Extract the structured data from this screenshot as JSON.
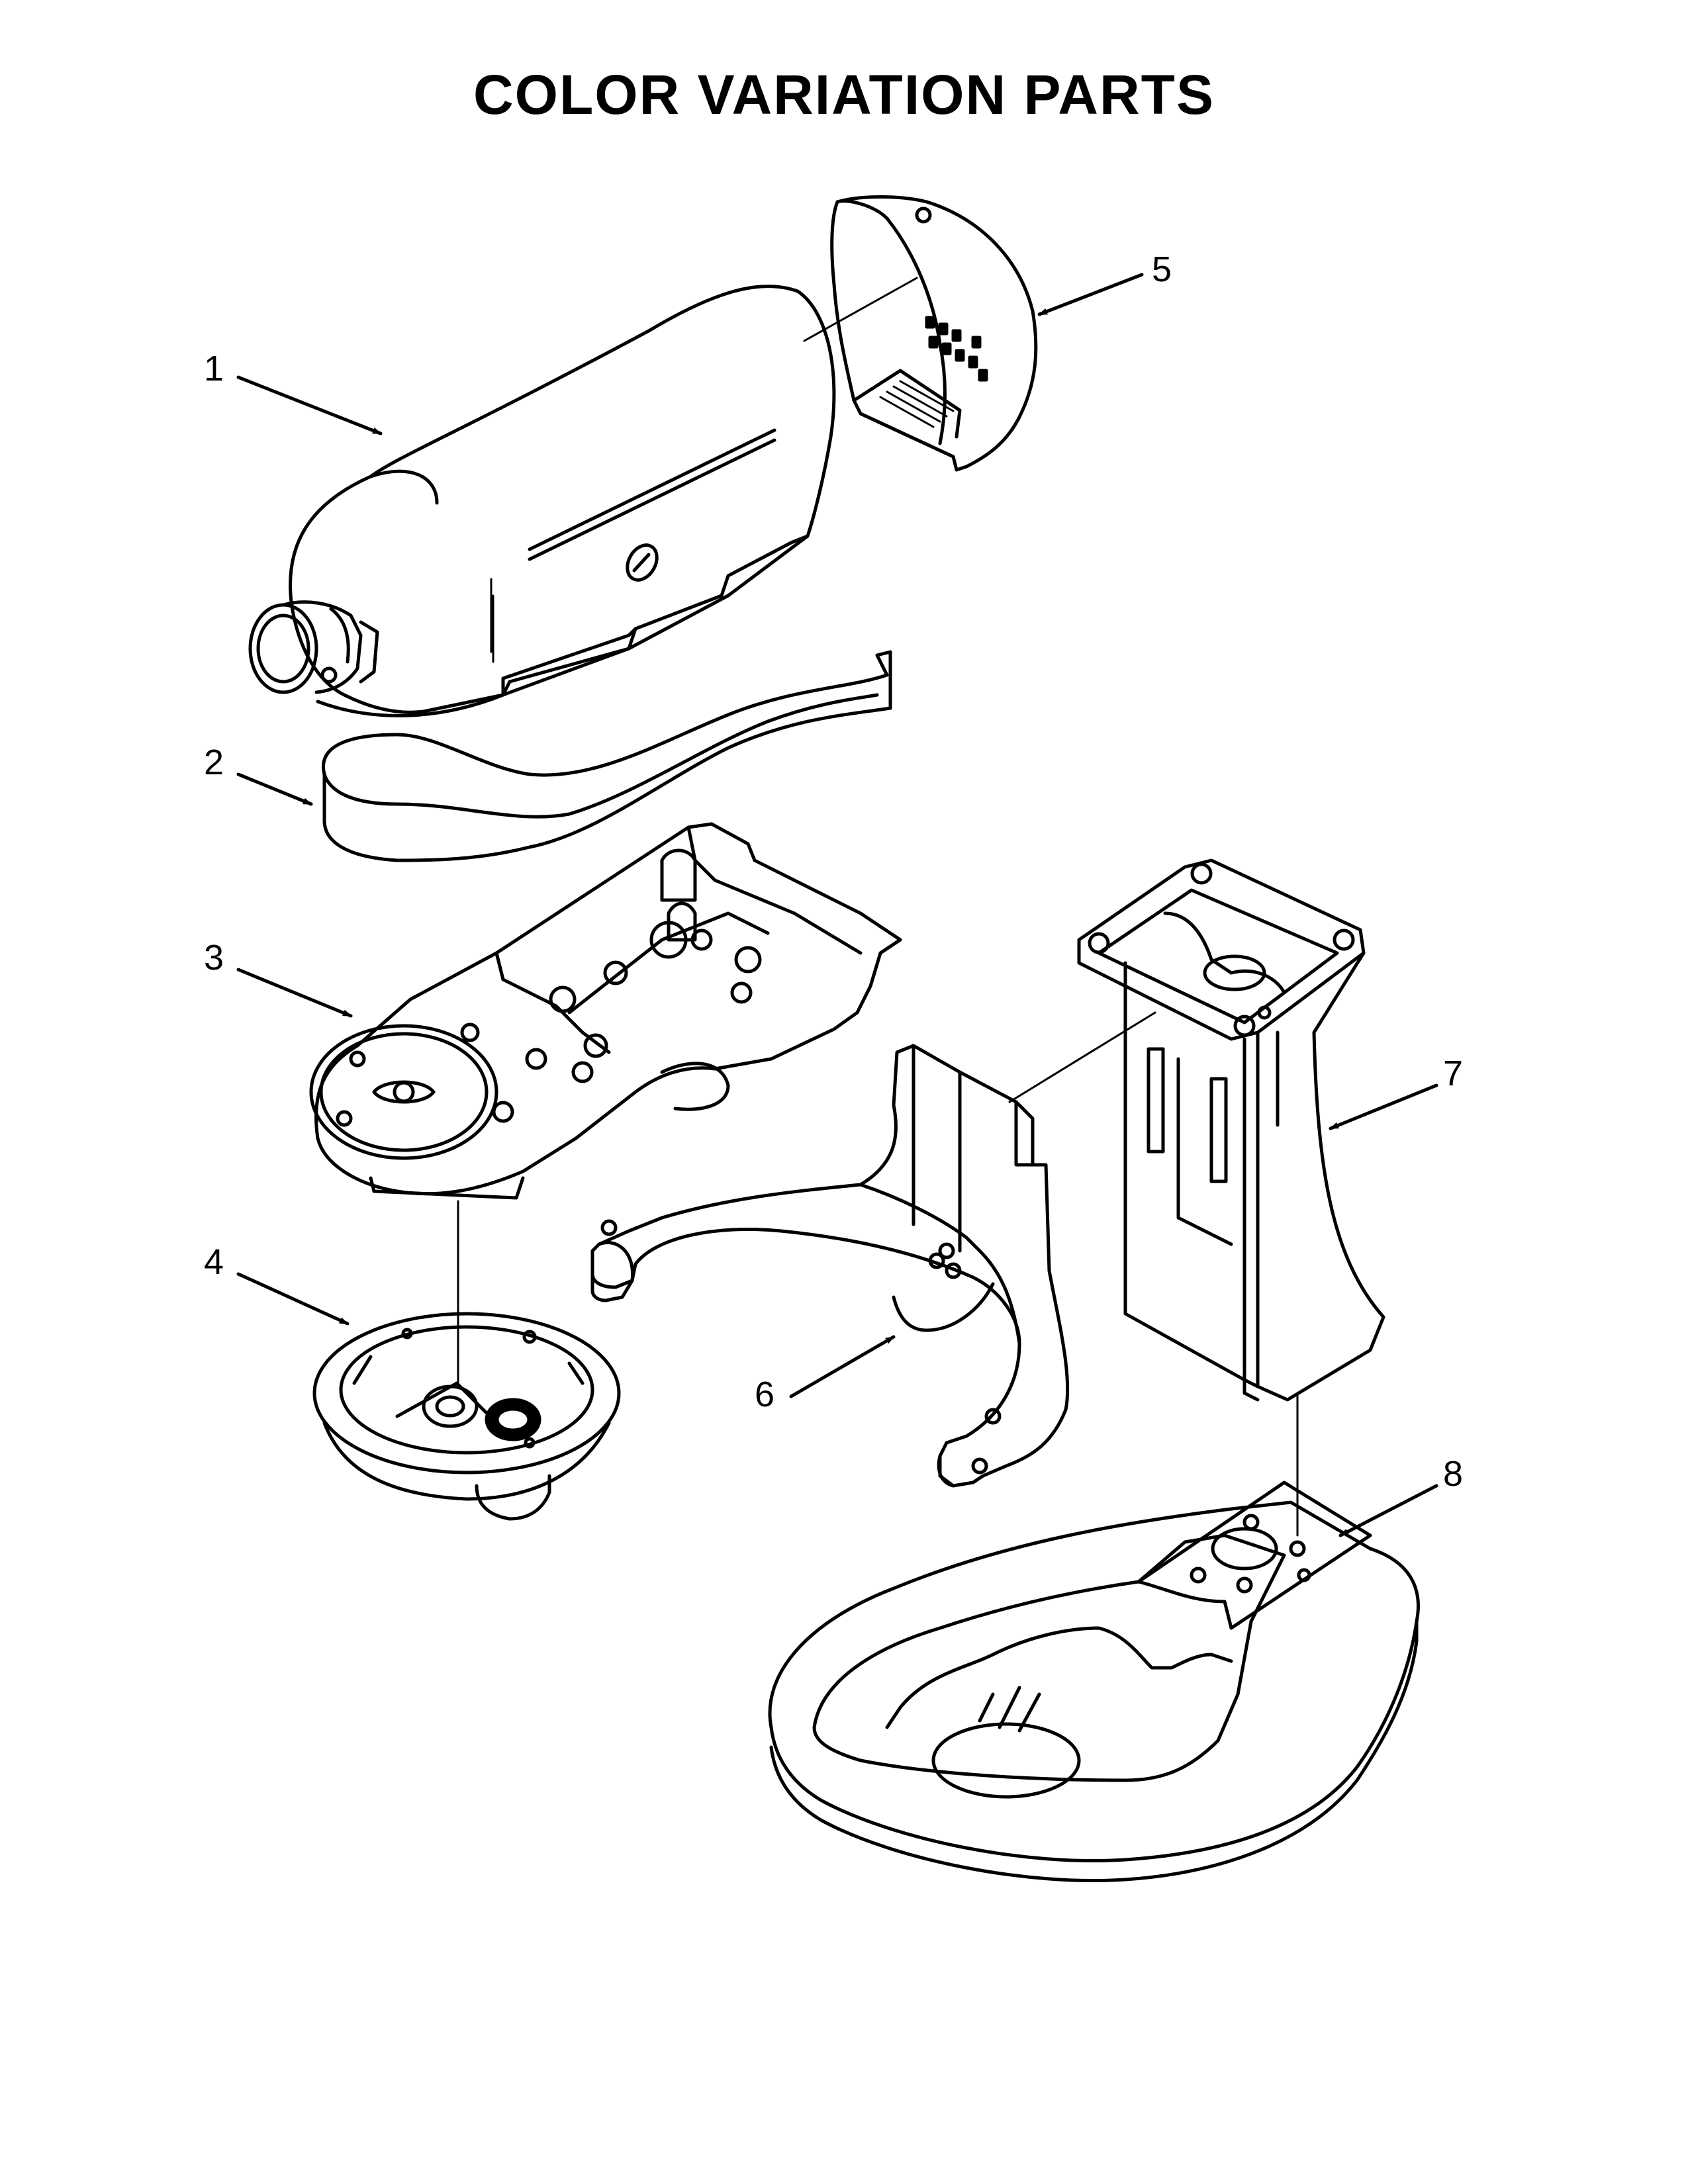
{
  "title": "COLOR VARIATION PARTS",
  "callouts": [
    "1",
    "2",
    "3",
    "4",
    "5",
    "6",
    "7",
    "8"
  ],
  "colors": {
    "ink": "#000000",
    "paper": "#ffffff"
  }
}
